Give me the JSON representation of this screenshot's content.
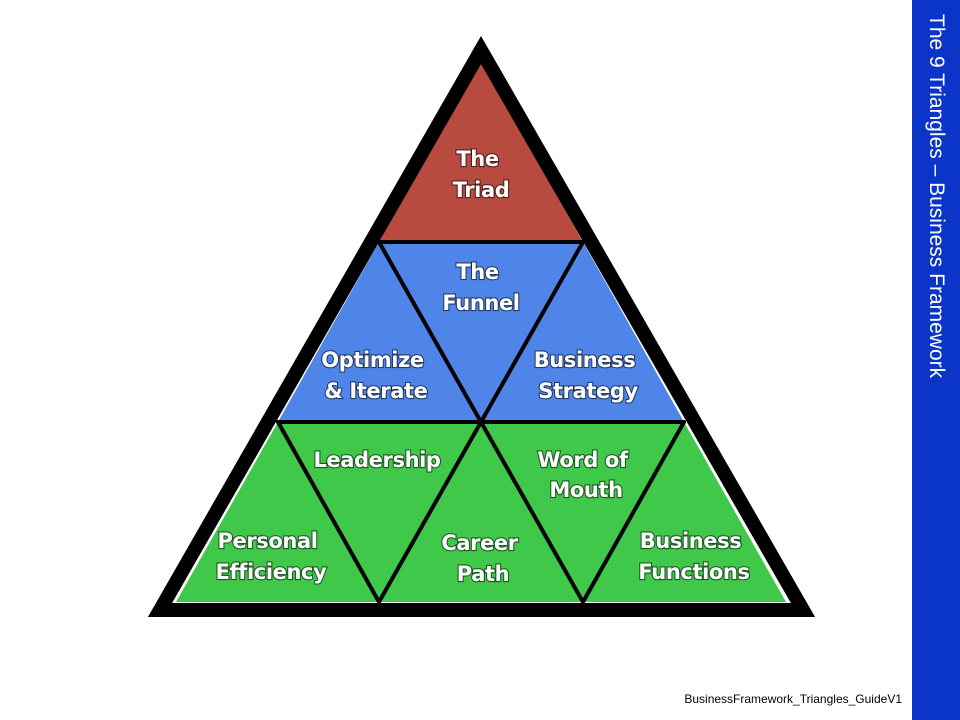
{
  "sidebar": {
    "title": "The 9 Triangles – Business Framework"
  },
  "footer": {
    "filename": "BusinessFramework_Triangles_GuideV1"
  },
  "colors": {
    "top": "#b84a3f",
    "middle": "#4f85e8",
    "bottom": "#3fc84a",
    "outline": "#000000",
    "sidebar": "#0a35c8"
  },
  "triangles": {
    "triad": [
      "The",
      "Triad"
    ],
    "funnel": [
      "The",
      "Funnel"
    ],
    "optimize": [
      "Optimize",
      "& Iterate"
    ],
    "strategy": [
      "Business",
      "Strategy"
    ],
    "leadership": [
      "Leadership"
    ],
    "word_of_mouth": [
      "Word of",
      "Mouth"
    ],
    "personal": [
      "Personal",
      "Efficiency"
    ],
    "career": [
      "Career",
      "Path"
    ],
    "functions": [
      "Business",
      "Functions"
    ]
  }
}
